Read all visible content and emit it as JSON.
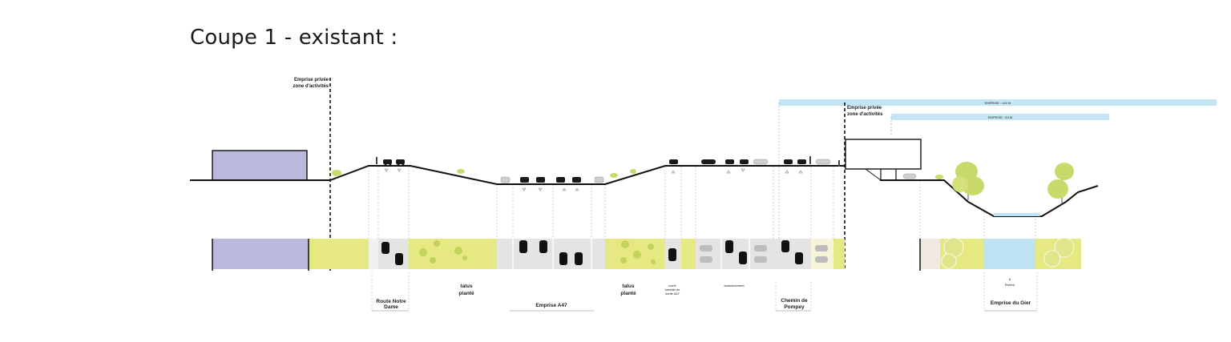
{
  "title": "Coupe 1 - existant :",
  "labels": {
    "emprise_privee_1_line1": "Emprise privée",
    "emprise_privee_1_line2": "zone d'activités",
    "emprise_privee_2_line1": "Emprise privée",
    "emprise_privee_2_line2": "zone d'activités",
    "emprise_bar_1": "EMPRISE : 144 M",
    "emprise_bar_2": "EMPRISE : 63 M",
    "route_notre_dame_line1": "Route Notre",
    "route_notre_dame_line2": "Dame",
    "talus_1_line1": "talus",
    "talus_1_line2": "planté",
    "emprise_a47": "Emprise A47",
    "talus_2_line1": "talus",
    "talus_2_line2": "planté",
    "voirie_line1": "voirie",
    "voirie_line2": "bretelle de",
    "voirie_line3": "sortie A47",
    "stationnement": "stationnement",
    "chemin_line1": "Chemin de",
    "chemin_line2": "Pompey",
    "riviere_code": "8",
    "riviere": "Rivière",
    "emprise_gier": "Emprise du  Gier"
  },
  "colors": {
    "building": "#b9b9dc",
    "planted": "#e6e882",
    "road": "#e4e4e4",
    "water": "#bfe3f3",
    "emprise_band": "#c4e6f4",
    "tree": "#c9d96a",
    "line": "#111111"
  }
}
